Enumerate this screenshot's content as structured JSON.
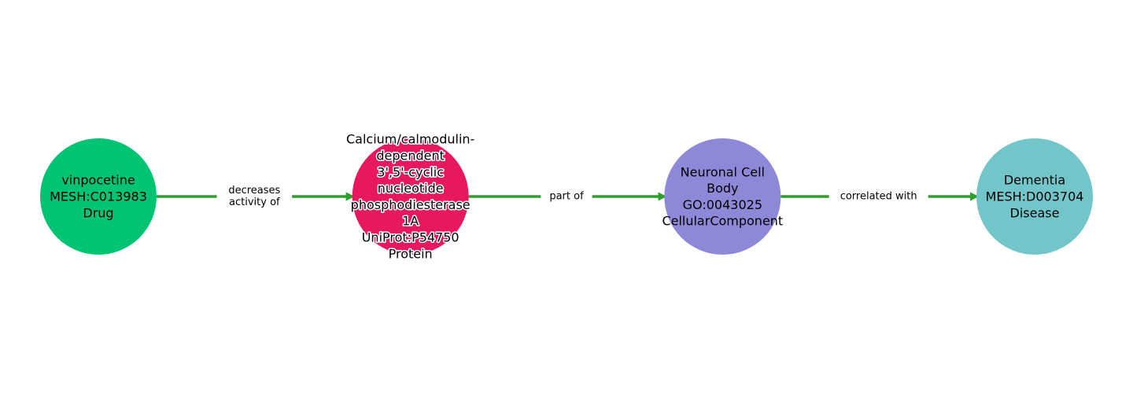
{
  "diagram": {
    "type": "knowledge-graph-path",
    "edge_color": "#2ca02c",
    "nodes": [
      {
        "id": "n0",
        "lines": [
          "vinpocetine",
          "MESH:C013983",
          "Drug"
        ],
        "name": "vinpocetine",
        "identifier": "MESH:C013983",
        "category": "Drug",
        "color": "#00c472",
        "halo": false
      },
      {
        "id": "n1",
        "lines": [
          "Calcium/calmodulin-",
          "dependent",
          "3',5'-cyclic",
          "nucleotide",
          "phosphodiesterase",
          "1A",
          "UniProt:P54750",
          "Protein"
        ],
        "name": "Calcium/calmodulin-dependent 3',5'-cyclic nucleotide phosphodiesterase 1A",
        "identifier": "UniProt:P54750",
        "category": "Protein",
        "color": "#e8185f",
        "halo": true
      },
      {
        "id": "n2",
        "lines": [
          "Neuronal Cell",
          "Body",
          "GO:0043025",
          "CellularComponent"
        ],
        "name": "Neuronal Cell Body",
        "identifier": "GO:0043025",
        "category": "CellularComponent",
        "color": "#8e88d8",
        "halo": false
      },
      {
        "id": "n3",
        "lines": [
          "Dementia",
          "MESH:D003704",
          "Disease"
        ],
        "name": "Dementia",
        "identifier": "MESH:D003704",
        "category": "Disease",
        "color": "#72c6ca",
        "halo": false
      }
    ],
    "edges": [
      {
        "source": "n0",
        "target": "n1",
        "label_lines": [
          "decreases",
          "activity of"
        ]
      },
      {
        "source": "n1",
        "target": "n2",
        "label_lines": [
          "part of"
        ]
      },
      {
        "source": "n2",
        "target": "n3",
        "label_lines": [
          "correlated with"
        ]
      }
    ]
  }
}
